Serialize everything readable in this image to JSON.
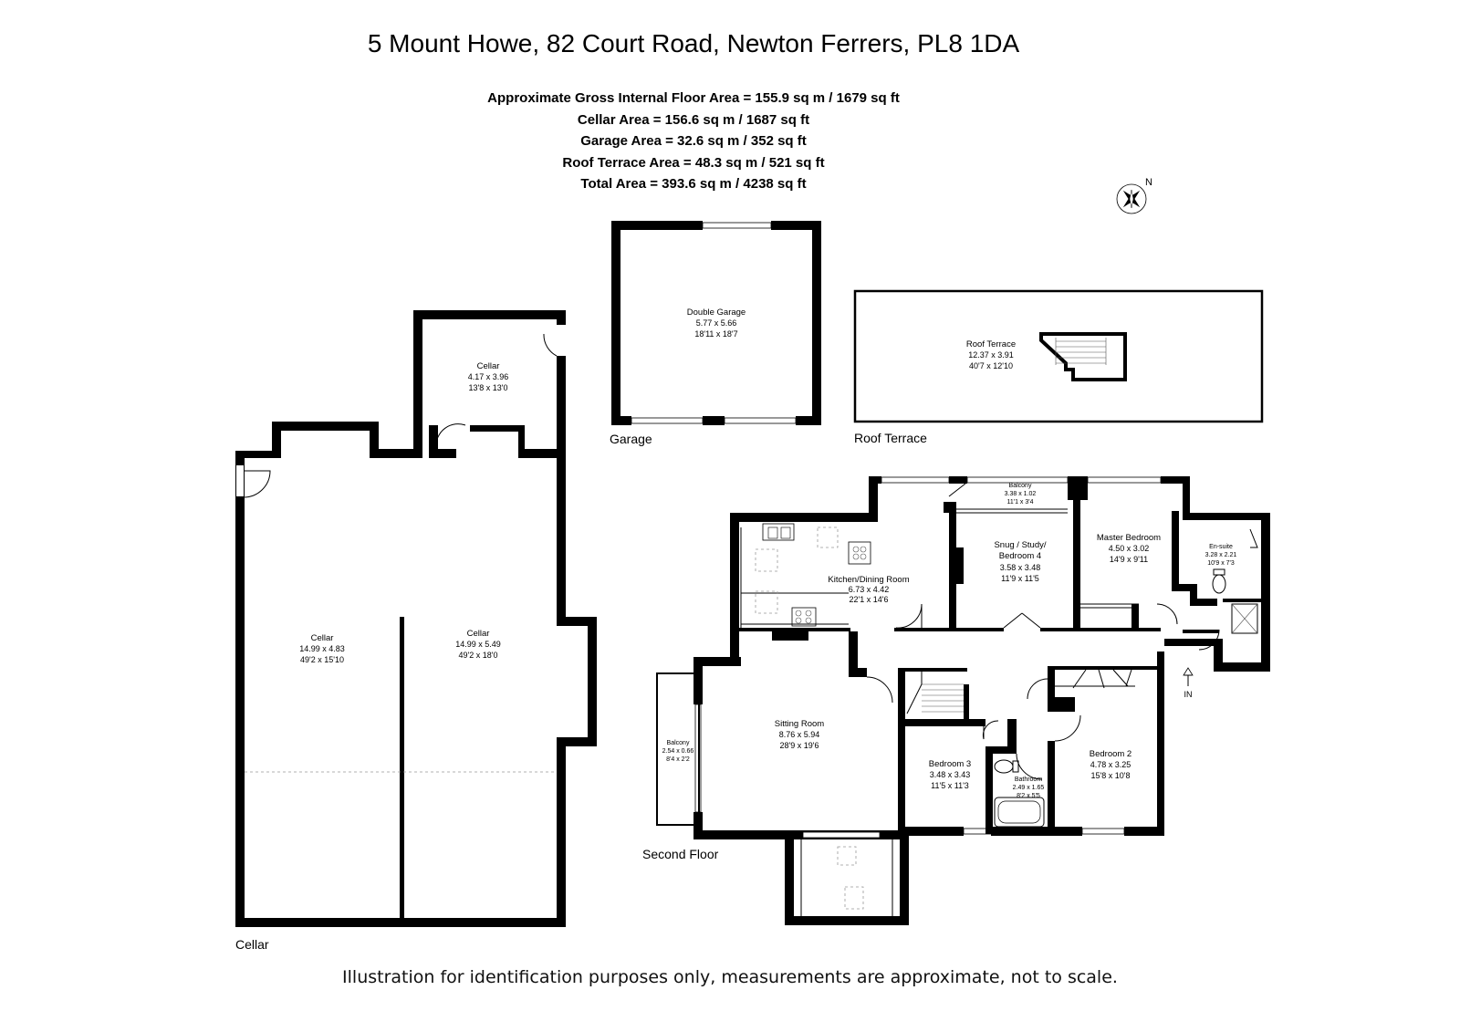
{
  "title": "5 Mount Howe, 82 Court Road, Newton Ferrers, PL8 1DA",
  "areas": [
    "Approximate Gross Internal Floor Area  = 155.9 sq m / 1679 sq ft",
    "Cellar Area  = 156.6 sq m / 1687 sq ft",
    "Garage Area  = 32.6 sq m / 352 sq ft",
    "Roof Terrace Area  = 48.3 sq m / 521 sq ft",
    "Total Area  = 393.6 sq m / 4238 sq ft"
  ],
  "compass": {
    "label": "N"
  },
  "sections": {
    "garage": "Garage",
    "roof_terrace": "Roof Terrace",
    "second_floor": "Second Floor",
    "cellar": "Cellar"
  },
  "rooms": {
    "double_garage": {
      "name": "Double Garage",
      "metric": "5.77 x 5.66",
      "imperial": "18'11 x 18'7"
    },
    "roof_terrace": {
      "name": "Roof Terrace",
      "metric": "12.37 x 3.91",
      "imperial": "40'7 x 12'10"
    },
    "cellar_small": {
      "name": "Cellar",
      "metric": "4.17 x 3.96",
      "imperial": "13'8 x 13'0"
    },
    "cellar_left": {
      "name": "Cellar",
      "metric": "14.99 x 4.83",
      "imperial": "49'2 x 15'10"
    },
    "cellar_right": {
      "name": "Cellar",
      "metric": "14.99 x 5.49",
      "imperial": "49'2 x 18'0"
    },
    "kitchen": {
      "name": "Kitchen/Dining Room",
      "metric": "6.73 x 4.42",
      "imperial": "22'1 x 14'6"
    },
    "balcony_top": {
      "name": "Balcony",
      "metric": "3.38 x 1.02",
      "imperial": "11'1 x 3'4"
    },
    "snug": {
      "name1": "Snug / Study/",
      "name2": "Bedroom 4",
      "metric": "3.58 x 3.48",
      "imperial": "11'9 x 11'5"
    },
    "master": {
      "name": "Master Bedroom",
      "metric": "4.50 x 3.02",
      "imperial": "14'9 x 9'11"
    },
    "ensuite": {
      "name": "En-suite",
      "metric": "3.28 x 2.21",
      "imperial": "10'9 x 7'3"
    },
    "sitting": {
      "name": "Sitting Room",
      "metric": "8.76 x 5.94",
      "imperial": "28'9 x 19'6"
    },
    "balcony_left": {
      "name": "Balcony",
      "metric": "2.54 x 0.66",
      "imperial": "8'4 x 2'2"
    },
    "bedroom3": {
      "name": "Bedroom 3",
      "metric": "3.48 x 3.43",
      "imperial": "11'5 x 11'3"
    },
    "bathroom": {
      "name": "Bathroom",
      "metric": "2.49 x 1.65",
      "imperial": "8'2 x 5'5"
    },
    "bedroom2": {
      "name": "Bedroom 2",
      "metric": "4.78 x 3.25",
      "imperial": "15'8 x 10'8"
    }
  },
  "entrance": "IN",
  "footer": "Illustration for identification purposes only, measurements are approximate, not to scale."
}
